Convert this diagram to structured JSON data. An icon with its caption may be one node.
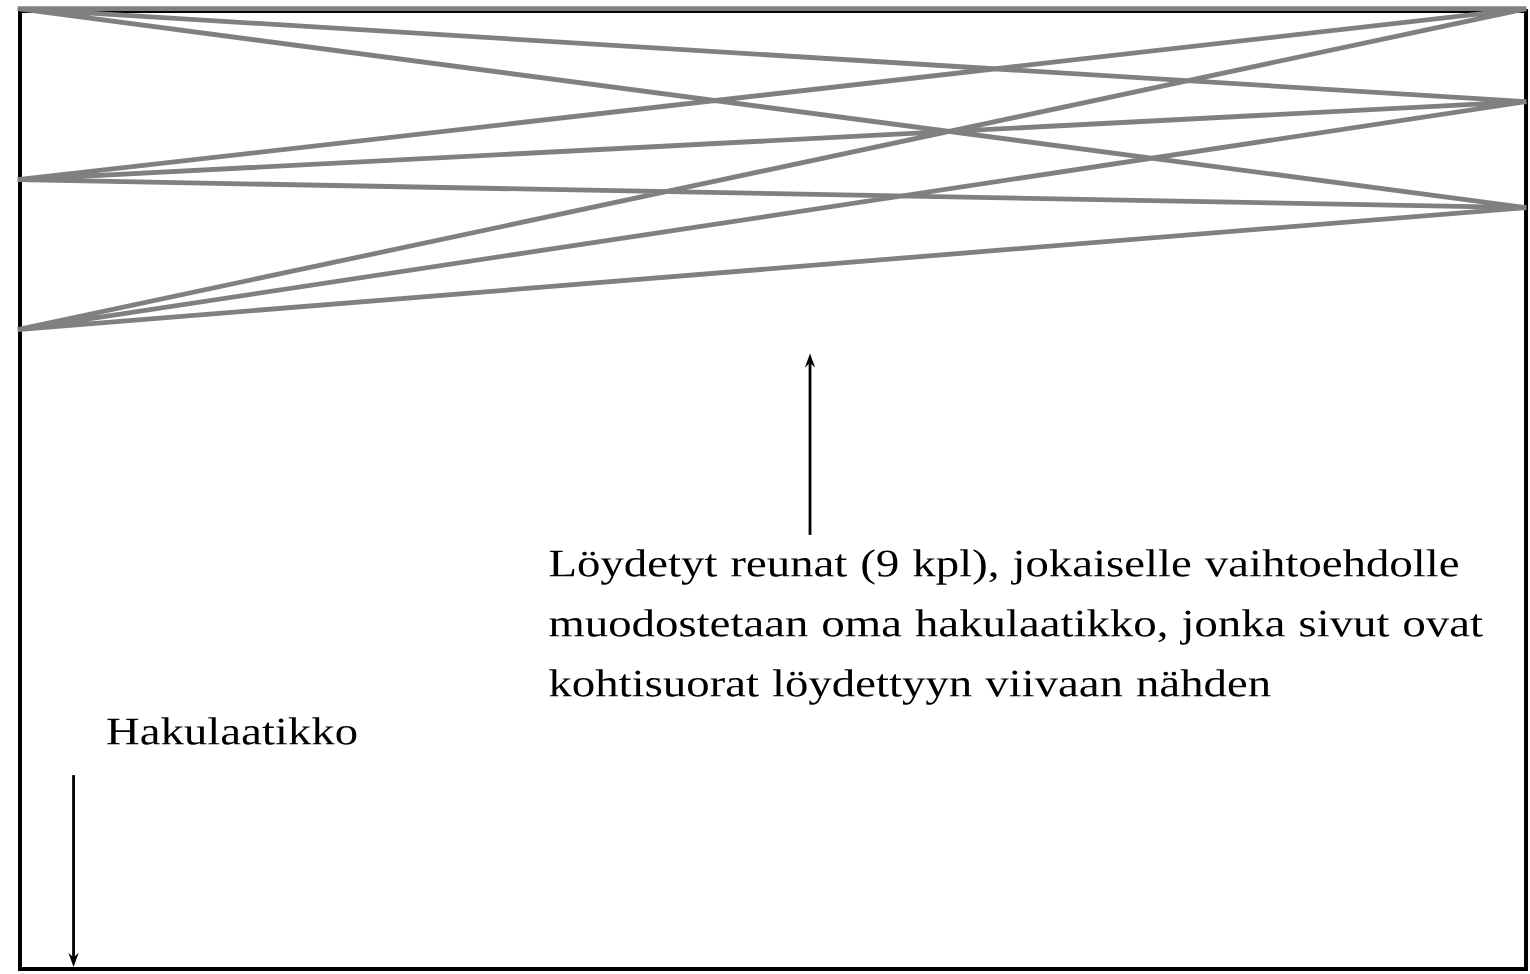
{
  "diagram": {
    "nodes": [
      {
        "text": [],
        "shape": "box"
      },
      {
        "text": [
          "Hakulaatikko"
        ],
        "in": 0
      },
      {
        "text": [
          "Löydetyt reunat (9 kpl), jokaiselle vaihtoehdolle muodostetaan oma hakulaatikko, jonka sivut ovat kohtisuorat löydettyyn viivaan nähden"
        ],
        "in": 0
      },
      {
        "text": [],
        "shape": "picture",
        "in": 0
      }
    ],
    "edges": [
      {
        "from": 1,
        "to": 0,
        "arrow": "to"
      },
      {
        "from": 2,
        "to": 3,
        "arrow": "to"
      }
    ]
  }
}
